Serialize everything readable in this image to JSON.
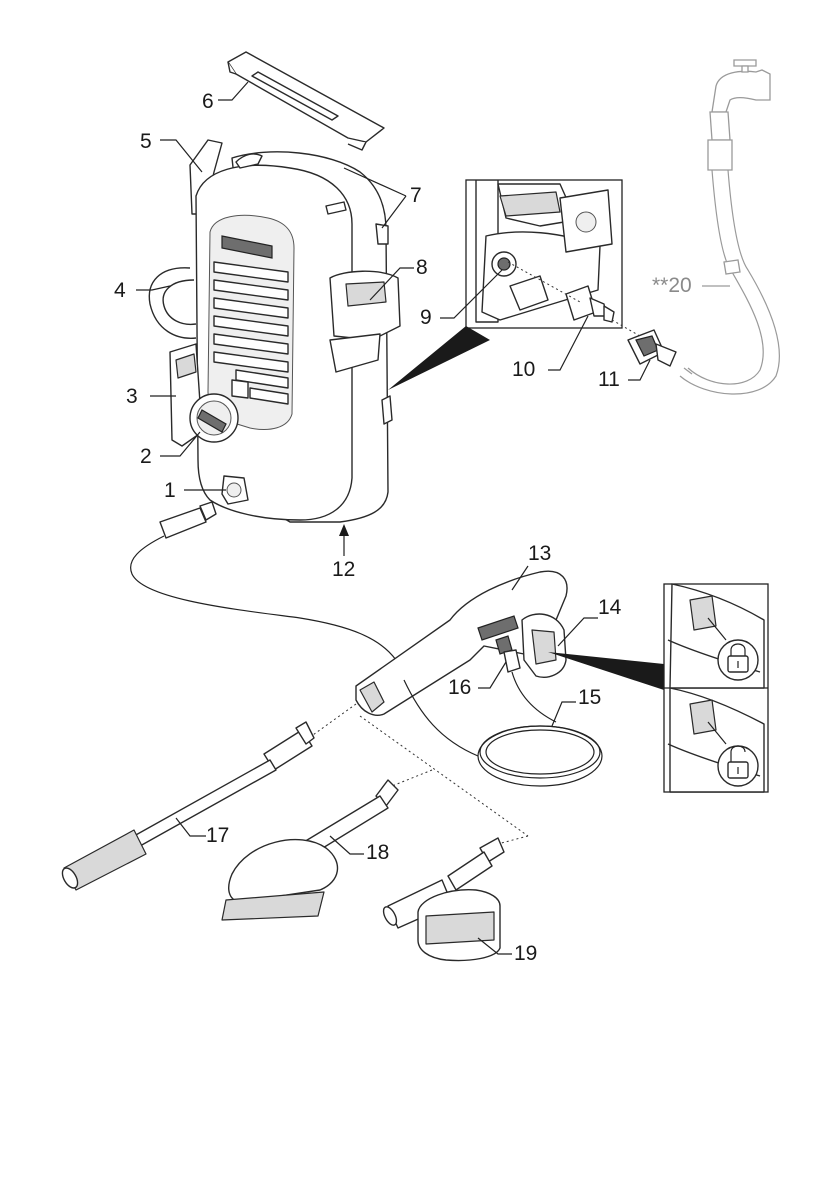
{
  "labels": {
    "l1": "1",
    "l2": "2",
    "l3": "3",
    "l4": "4",
    "l5": "5",
    "l6": "6",
    "l7": "7",
    "l8": "8",
    "l9": "9",
    "l10": "10",
    "l11": "11",
    "l12": "12",
    "l13": "13",
    "l14": "14",
    "l15": "15",
    "l16": "16",
    "l17": "17",
    "l18": "18",
    "l19": "19",
    "l20": "**20"
  },
  "icons": {
    "lock": "padlock-closed-icon",
    "unlock": "padlock-open-icon"
  },
  "colors": {
    "line": "#222222",
    "optional_part": "#8a8a8a",
    "shade": "#d9d9d9"
  }
}
